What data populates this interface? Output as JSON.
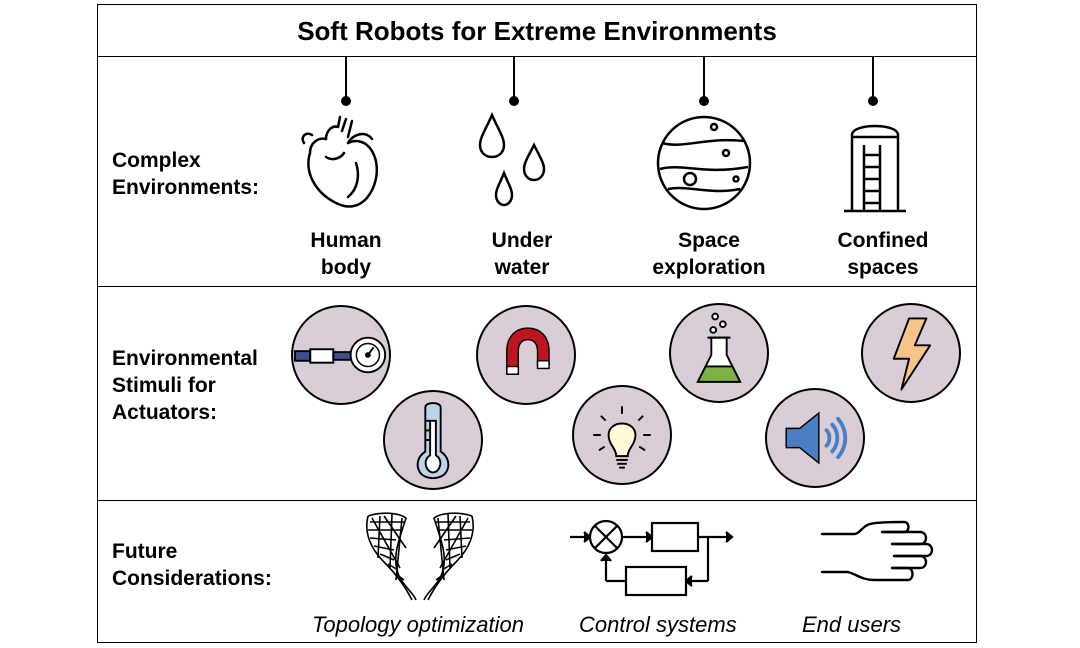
{
  "title": "Soft Robots for Extreme Environments",
  "rows": {
    "complex": {
      "label_line1": "Complex",
      "label_line2": "Environments:",
      "items": [
        {
          "line1": "Human",
          "line2": "body",
          "icon": "heart-icon"
        },
        {
          "line1": "Under",
          "line2": "water",
          "icon": "water-drops-icon"
        },
        {
          "line1": "Space",
          "line2": "exploration",
          "icon": "planet-icon"
        },
        {
          "line1": "Confined",
          "line2": "spaces",
          "icon": "silo-ladder-icon"
        }
      ]
    },
    "stimuli": {
      "label_line1": "Environmental",
      "label_line2": "Stimuli for",
      "label_line3": "Actuators:",
      "items": [
        {
          "icon": "pressure-gauge-icon",
          "fill": "#d9ced8"
        },
        {
          "icon": "thermometer-icon",
          "fill": "#d9ced8"
        },
        {
          "icon": "magnet-icon",
          "fill": "#d9ced8"
        },
        {
          "icon": "light-bulb-icon",
          "fill": "#d9ced8"
        },
        {
          "icon": "chemical-flask-icon",
          "fill": "#d9ced8"
        },
        {
          "icon": "speaker-sound-icon",
          "fill": "#d9ced8"
        },
        {
          "icon": "lightning-bolt-icon",
          "fill": "#d9ced8"
        }
      ]
    },
    "future": {
      "label_line1": "Future",
      "label_line2": "Considerations:",
      "items": [
        {
          "label": "Topology optimization",
          "icon": "lattice-gripper-icon"
        },
        {
          "label": "Control systems",
          "icon": "control-block-diagram-icon"
        },
        {
          "label": "End users",
          "icon": "hand-icon"
        }
      ]
    }
  },
  "colors": {
    "circle_fill": "#d9ced8",
    "magnet_red": "#c0141e",
    "flask_green": "#7cb342",
    "speaker_blue": "#4a7fc1",
    "bolt_orange": "#f9c48a",
    "thermo_blue": "#bcd3e8",
    "gauge_blue": "#3d4f8f"
  }
}
